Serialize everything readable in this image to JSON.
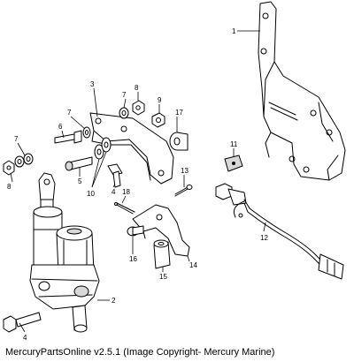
{
  "callouts": [
    {
      "id": "c1",
      "text": "1"
    },
    {
      "id": "c2",
      "text": "2"
    },
    {
      "id": "c3",
      "text": "3"
    },
    {
      "id": "c4a",
      "text": "4"
    },
    {
      "id": "c4b",
      "text": "4"
    },
    {
      "id": "c5",
      "text": "5"
    },
    {
      "id": "c6",
      "text": "6"
    },
    {
      "id": "c7a",
      "text": "7"
    },
    {
      "id": "c7b",
      "text": "7"
    },
    {
      "id": "c7c",
      "text": "7"
    },
    {
      "id": "c8a",
      "text": "8"
    },
    {
      "id": "c8b",
      "text": "8"
    },
    {
      "id": "c9",
      "text": "9"
    },
    {
      "id": "c10",
      "text": "10"
    },
    {
      "id": "c11",
      "text": "11"
    },
    {
      "id": "c12",
      "text": "12"
    },
    {
      "id": "c13",
      "text": "13"
    },
    {
      "id": "c14",
      "text": "14"
    },
    {
      "id": "c15",
      "text": "15"
    },
    {
      "id": "c16",
      "text": "16"
    },
    {
      "id": "c17",
      "text": "17"
    },
    {
      "id": "c18",
      "text": "18"
    }
  ],
  "caption": "MercuryPartsOnline v2.5.1 (Image Copyright- Mercury Marine)"
}
